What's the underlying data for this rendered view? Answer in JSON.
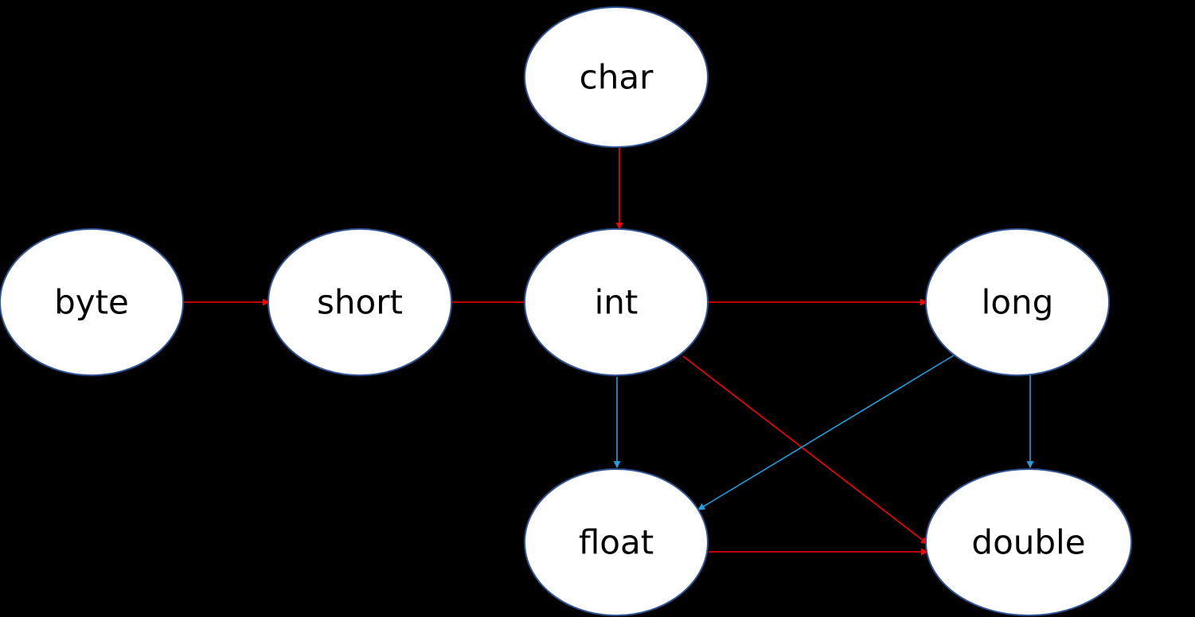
{
  "colors": {
    "background": "#000000",
    "node_fill": "#ffffff",
    "node_stroke": "#2f5597",
    "edge_red": "#ff0000",
    "edge_blue": "#1fa0e0"
  },
  "nodes": [
    {
      "id": "char",
      "label": "char"
    },
    {
      "id": "byte",
      "label": "byte"
    },
    {
      "id": "short",
      "label": "short"
    },
    {
      "id": "int",
      "label": "int"
    },
    {
      "id": "long",
      "label": "long"
    },
    {
      "id": "float",
      "label": "float"
    },
    {
      "id": "double",
      "label": "double"
    }
  ],
  "edges": [
    {
      "from": "char",
      "to": "int",
      "color": "red"
    },
    {
      "from": "byte",
      "to": "short",
      "color": "red"
    },
    {
      "from": "short",
      "to": "int",
      "color": "red"
    },
    {
      "from": "int",
      "to": "long",
      "color": "red"
    },
    {
      "from": "int",
      "to": "double",
      "color": "red"
    },
    {
      "from": "float",
      "to": "double",
      "color": "red"
    },
    {
      "from": "int",
      "to": "float",
      "color": "blue"
    },
    {
      "from": "long",
      "to": "float",
      "color": "blue"
    },
    {
      "from": "long",
      "to": "double",
      "color": "blue"
    }
  ]
}
